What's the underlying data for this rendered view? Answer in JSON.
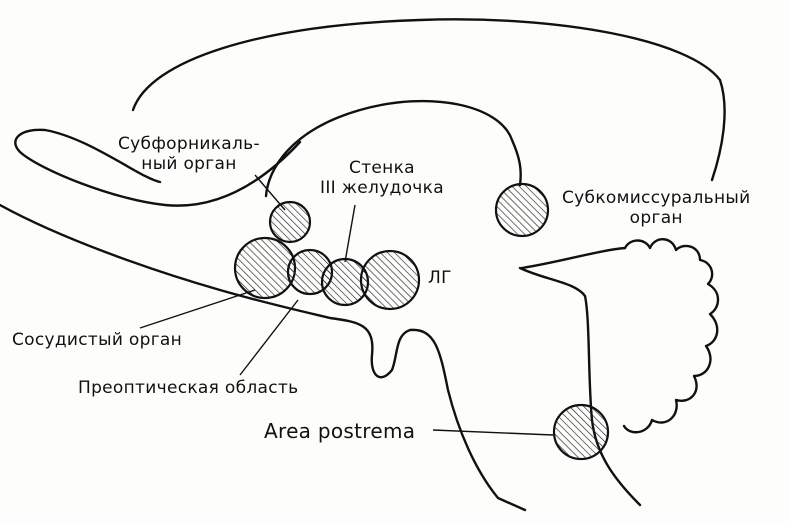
{
  "labels": {
    "subfornical_line1": "Субфорникаль-",
    "subfornical_line2": "ный орган",
    "wall_line1": "Стенка",
    "wall_line2": "III желудочка",
    "subcommissural_line1": "Субкомиссуральный",
    "subcommissural_line2": "орган",
    "lg": "ЛГ",
    "vascular_organ": "Сосудистый орган",
    "preoptic_area": "Преоптическая область",
    "area_postrema": "Area postrema"
  },
  "colors": {
    "stroke": "#111111",
    "hatch": "#222222"
  }
}
